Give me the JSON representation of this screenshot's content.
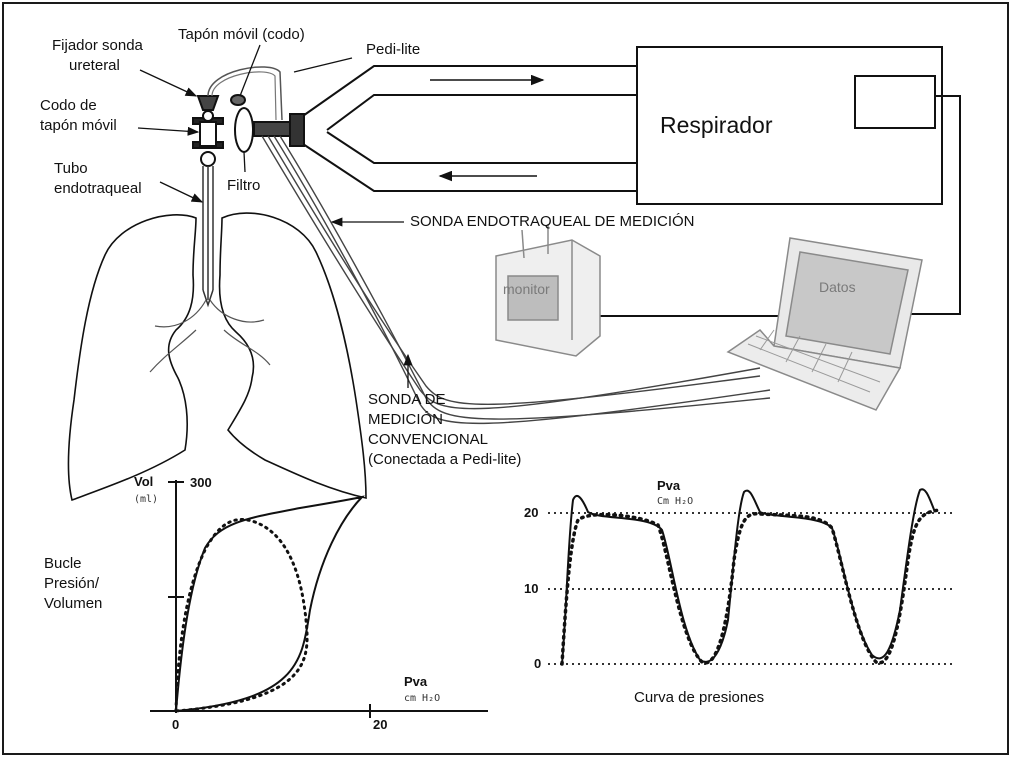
{
  "labels": {
    "fijador": [
      "Fijador sonda",
      "ureteral"
    ],
    "tapon_movil": "Tapón móvil (codo)",
    "pedi_lite": "Pedi-lite",
    "codo": [
      "Codo de",
      "tapón móvil"
    ],
    "tubo": [
      "Tubo",
      "endotraqueal"
    ],
    "filtro": "Filtro",
    "respirador": "Respirador",
    "sonda_endo": "SONDA ENDOTRAQUEAL DE MEDICIÓN",
    "monitor": "monitor",
    "datos": "Datos",
    "sonda_conv": [
      "SONDA DE",
      "MEDICIÓN",
      "CONVENCIONAL",
      "(Conectada a Pedi-lite)"
    ],
    "bucle": [
      "Bucle",
      "Presión/",
      "Volumen"
    ],
    "curva": "Curva de presiones"
  },
  "loop_chart": {
    "y_label": "Vol",
    "y_unit": "(ml)",
    "y_top_tick": "300",
    "x_label": "Pva",
    "x_unit": "cm H₂O",
    "x_ticks": [
      "0",
      "20"
    ]
  },
  "pressure_chart": {
    "y_label": "Pva",
    "y_unit": "Cm H₂O",
    "y_ticks": [
      "20",
      "10",
      "0"
    ]
  }
}
